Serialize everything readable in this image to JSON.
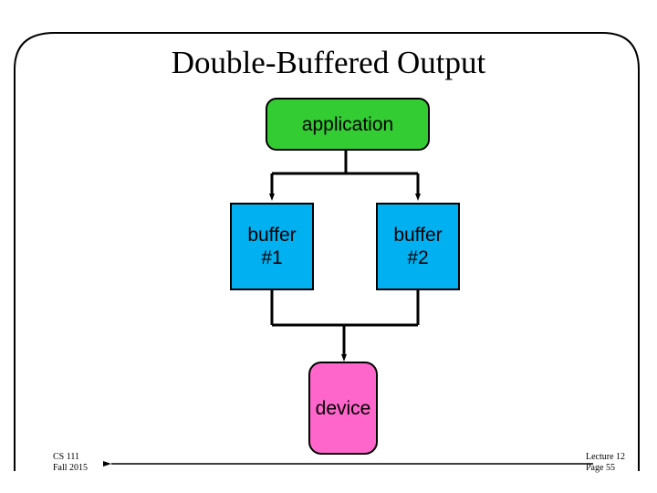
{
  "slide": {
    "title": "Double-Buffered Output",
    "background_color": "#ffffff",
    "frame_color": "#000000"
  },
  "diagram": {
    "nodes": [
      {
        "id": "application",
        "label": "application",
        "color": "#33cc33",
        "shape": "rounded-rectangle"
      },
      {
        "id": "buffer1",
        "label": "buffer\n#1",
        "color": "#00b0f0",
        "shape": "rectangle"
      },
      {
        "id": "buffer2",
        "label": "buffer\n#2",
        "color": "#00b0f0",
        "shape": "rectangle"
      },
      {
        "id": "device",
        "label": "device",
        "color": "#ff66cc",
        "shape": "rounded-rectangle"
      }
    ],
    "edges": [
      {
        "from": "application",
        "to": "buffer1",
        "arrow": true
      },
      {
        "from": "application",
        "to": "buffer2",
        "arrow": true
      },
      {
        "from": "buffer1",
        "to": "device",
        "arrow": true
      },
      {
        "from": "buffer2",
        "to": "device",
        "arrow": true
      }
    ]
  },
  "footer": {
    "left": "CS 111\nFall 2015",
    "right": "Lecture 12\nPage 55"
  }
}
